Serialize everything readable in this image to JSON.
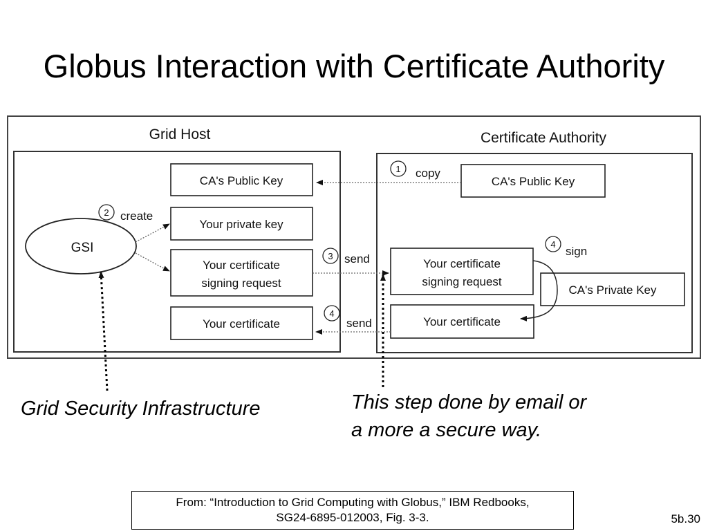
{
  "slide": {
    "title": "Globus Interaction with Certificate Authority",
    "number": "5b.30"
  },
  "diagram": {
    "grid_host": {
      "label": "Grid Host",
      "gsi": "GSI",
      "ca_public_key": "CA's Public Key",
      "private_key": "Your private key",
      "csr_line1": "Your certificate",
      "csr_line2": "signing request",
      "certificate": "Your certificate"
    },
    "certificate_authority": {
      "label": "Certificate Authority",
      "ca_public_key": "CA's Public Key",
      "csr_line1": "Your certificate",
      "csr_line2": "signing request",
      "certificate": "Your certificate",
      "private_key": "CA's Private Key"
    },
    "steps": {
      "copy_num": "1",
      "copy_label": "copy",
      "create_num": "2",
      "create_label": "create",
      "send_num": "3",
      "send_label": "send",
      "sign_num": "4",
      "sign_label": "sign",
      "send_back_num": "4",
      "send_back_label": "send"
    }
  },
  "captions": {
    "gsi": "Grid Security Infrastructure",
    "email_line1": "This step done by email or",
    "email_line2": "a more a secure way."
  },
  "source": {
    "line1": "From: “Introduction to Grid Computing with Globus,” IBM Redbooks,",
    "line2": "SG24-6895-012003, Fig. 3-3."
  }
}
